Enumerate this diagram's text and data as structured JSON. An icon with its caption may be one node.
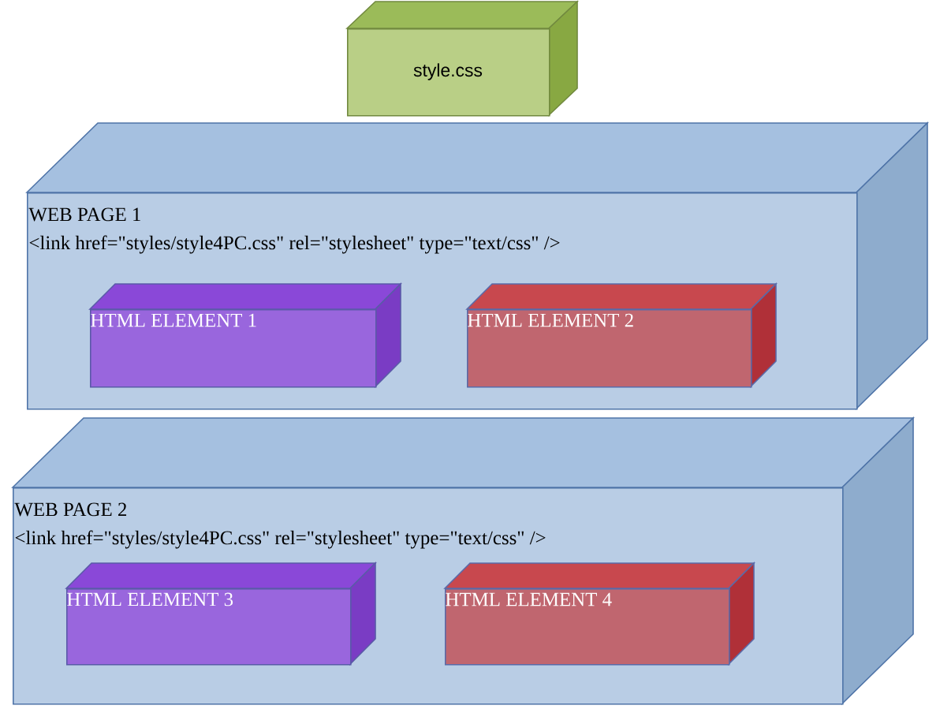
{
  "diagram": {
    "nodes": [
      {
        "text": [
          "style.css"
        ]
      },
      {
        "text": [
          "WEB PAGE 1",
          "<link href=\"styles/style4PC.css\" rel=\"stylesheet\" type=\"text/css\" />"
        ]
      },
      {
        "text": [
          "HTML ELEMENT 1"
        ],
        "in": 1
      },
      {
        "text": [
          "HTML ELEMENT 2"
        ],
        "in": 1
      },
      {
        "text": [
          "WEB PAGE 2",
          "<link href=\"styles/style4PC.css\" rel=\"stylesheet\" type=\"text/css\" />"
        ]
      },
      {
        "text": [
          "HTML ELEMENT 3"
        ],
        "in": 4
      },
      {
        "text": [
          "HTML ELEMENT 4"
        ],
        "in": 4
      }
    ]
  }
}
